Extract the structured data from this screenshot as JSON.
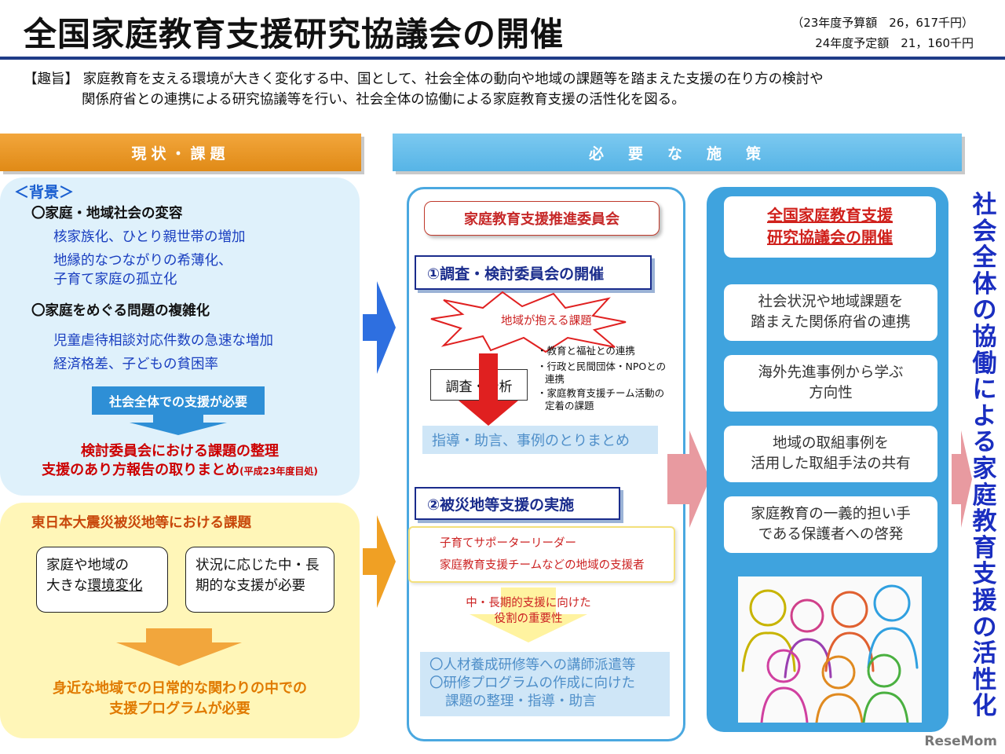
{
  "header": {
    "title": "全国家庭教育支援研究協議会の開催",
    "budget_line1": "（23年度予算額　26，617千円）",
    "budget_line2": "24年度予定額　21，160千円"
  },
  "purpose": {
    "label": "【趣旨】",
    "line1": "家庭教育を支える環境が大きく変化する中、国として、社会全体の動向や地域の課題等を踏まえた支援の在り方の検討や",
    "line2": "関係府省との連携による研究協議等を行い、社会全体の協働による家庭教育支援の活性化を図る。"
  },
  "left": {
    "header": "現状・課題",
    "background_label": "＜背景＞",
    "point1": "〇家庭・地域社会の変容",
    "point1_sub1": "核家族化、ひとり親世帯の増加",
    "point1_sub2": "地縁的なつながりの希薄化、",
    "point1_sub3": "子育て家庭の孤立化",
    "point2": "〇家庭をめぐる問題の複雑化",
    "point2_sub1": "児童虐待相談対応件数の急速な増加",
    "point2_sub2": "経済格差、子どもの貧困率",
    "need_box": "社会全体での支援が必要",
    "result_line1": "検討委員会における課題の整理",
    "result_line2": "支援のあり方報告の取りまとめ",
    "result_note": "(平成23年度目処)",
    "quake_title": "東日本大震災被災地等における課題",
    "box1_line1": "家庭や地域の",
    "box1_line2a": "大きな",
    "box1_line2b": "環境変化",
    "box2_line1": "状況に応じた中・長",
    "box2_line2": "期的な支援が必要",
    "bottom_line1": "身近な地域での日常的な関わりの中での",
    "bottom_line2": "支援プログラムが必要"
  },
  "middle": {
    "header": "必　要　な　施　策",
    "title": "家庭教育支援推進委員会",
    "step1": "①調査・検討委員会の開催",
    "starburst": "地域が抱える課題",
    "research": "調査・分析",
    "bullet1": "・教育と福祉との連携",
    "bullet2a": "・行政と民間団体・NPOとの",
    "bullet2b": "連携",
    "bullet3a": "・家庭教育支援チーム活動の",
    "bullet3b": "定着の課題",
    "guidance": "指導・助言、事例のとりまとめ",
    "step2": "②被災地等支援の実施",
    "support1": "子育てサポーターリーダー",
    "support2": "家庭教育支援チームなどの地域の支援者",
    "importance1": "中・長期的支援に向けた",
    "importance2": "役割の重要性",
    "action1": "〇人材養成研修等への講師派遣等",
    "action2": "〇研修プログラムの作成に向けた",
    "action3": "課題の整理・指導・助言"
  },
  "right": {
    "title_line1": "全国家庭教育支援",
    "title_line2": "研究協議会の開催",
    "item1_line1": "社会状況や地域課題を",
    "item1_line2": "踏まえた関係府省の連携",
    "item2_line1": "海外先進事例から学ぶ",
    "item2_line2": "方向性",
    "item3_line1": "地域の取組事例を",
    "item3_line2": "活用した取組手法の共有",
    "item4_line1": "家庭教育の一義的担い手",
    "item4_line2": "である保護者への啓発"
  },
  "vertical_text": "社会全体の協働による家庭教育支援の活性化",
  "logo": "ReseMom",
  "colors": {
    "orange": "#e08a16",
    "blue": "#56b4e6",
    "dark_blue": "#1a2c8c",
    "red": "#cc0000"
  }
}
